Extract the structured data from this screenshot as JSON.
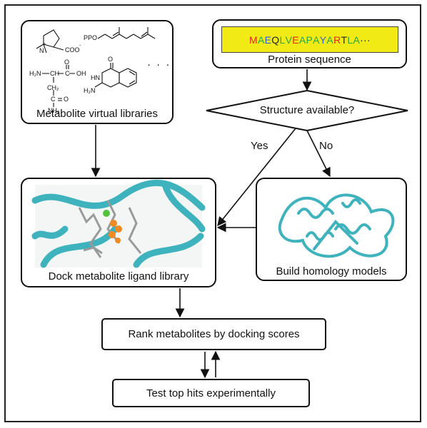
{
  "nodes": {
    "metabolite_libraries": {
      "label": "Metabolite virtual libraries"
    },
    "protein_sequence": {
      "label": "Protein sequence",
      "sequence": [
        {
          "ch": "M",
          "color": "#e4261f"
        },
        {
          "ch": "A",
          "color": "#28a745"
        },
        {
          "ch": "E",
          "color": "#2b5fd9"
        },
        {
          "ch": "Q",
          "color": "#222222"
        },
        {
          "ch": "L",
          "color": "#28a745"
        },
        {
          "ch": "V",
          "color": "#28a745"
        },
        {
          "ch": "E",
          "color": "#e4261f"
        },
        {
          "ch": "A",
          "color": "#28a745"
        },
        {
          "ch": "P",
          "color": "#28a745"
        },
        {
          "ch": "A",
          "color": "#28a745"
        },
        {
          "ch": "Y",
          "color": "#2b5fd9"
        },
        {
          "ch": "A",
          "color": "#28a745"
        },
        {
          "ch": "R",
          "color": "#e4261f"
        },
        {
          "ch": "T",
          "color": "#222222"
        },
        {
          "ch": "L",
          "color": "#28a745"
        },
        {
          "ch": "A",
          "color": "#28a745"
        },
        {
          "ch": "···",
          "color": "#222222"
        }
      ]
    },
    "decision": {
      "label": "Structure available?"
    },
    "dock": {
      "label": "Dock metabolite ligand library"
    },
    "homology": {
      "label": "Build homology models"
    },
    "rank": {
      "label": "Rank metabolites by docking scores"
    },
    "test": {
      "label": "Test top hits experimentally"
    }
  },
  "edges": {
    "yes_label": "Yes",
    "no_label": "No"
  },
  "chemistry": {
    "ppo": "PPO",
    "coo": "COO",
    "ellipsis": "· · ·",
    "h2n": "H₂N",
    "ch": "CH",
    "c_top": "C",
    "o_top": "O",
    "oh": "OH",
    "h": "H",
    "ch2": "CH₂",
    "c_mid": "C",
    "o_mid": "O",
    "nh2": "NH₂",
    "hn": "HN",
    "h2n_pterin": "H₂N",
    "o_pterin": "O",
    "plus": "+",
    "minus": "-"
  },
  "colors": {
    "protein_teal": "#3fb3bd",
    "sequence_bg": "#f1ea14"
  }
}
